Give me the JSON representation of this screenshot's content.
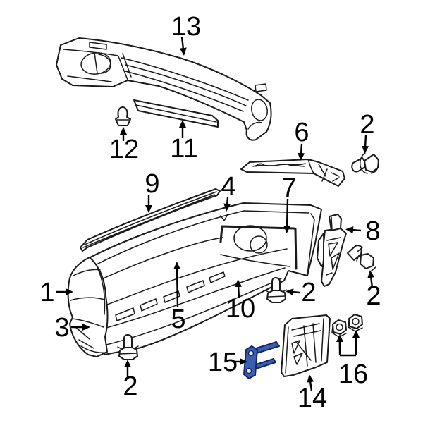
{
  "diagram": {
    "type": "exploded-parts-diagram",
    "subject": "front-bumper-assembly",
    "background": "#ffffff",
    "line_color": "#1a1a1a",
    "highlight_fill": "#3a5fae",
    "highlight_stroke": "#16246b",
    "highlighted_callout": "15",
    "callouts": [
      {
        "id": "13",
        "label": "13"
      },
      {
        "id": "12",
        "label": "12"
      },
      {
        "id": "11",
        "label": "11"
      },
      {
        "id": "6",
        "label": "6"
      },
      {
        "id": "2-top-right",
        "label": "2"
      },
      {
        "id": "9",
        "label": "9"
      },
      {
        "id": "4",
        "label": "4"
      },
      {
        "id": "7",
        "label": "7"
      },
      {
        "id": "8",
        "label": "8"
      },
      {
        "id": "2-right",
        "label": "2"
      },
      {
        "id": "1",
        "label": "1"
      },
      {
        "id": "3",
        "label": "3"
      },
      {
        "id": "5",
        "label": "5"
      },
      {
        "id": "10",
        "label": "10"
      },
      {
        "id": "2-mid",
        "label": "2"
      },
      {
        "id": "2-bottom-left",
        "label": "2"
      },
      {
        "id": "15",
        "label": "15"
      },
      {
        "id": "14",
        "label": "14"
      },
      {
        "id": "16",
        "label": "16"
      }
    ]
  }
}
